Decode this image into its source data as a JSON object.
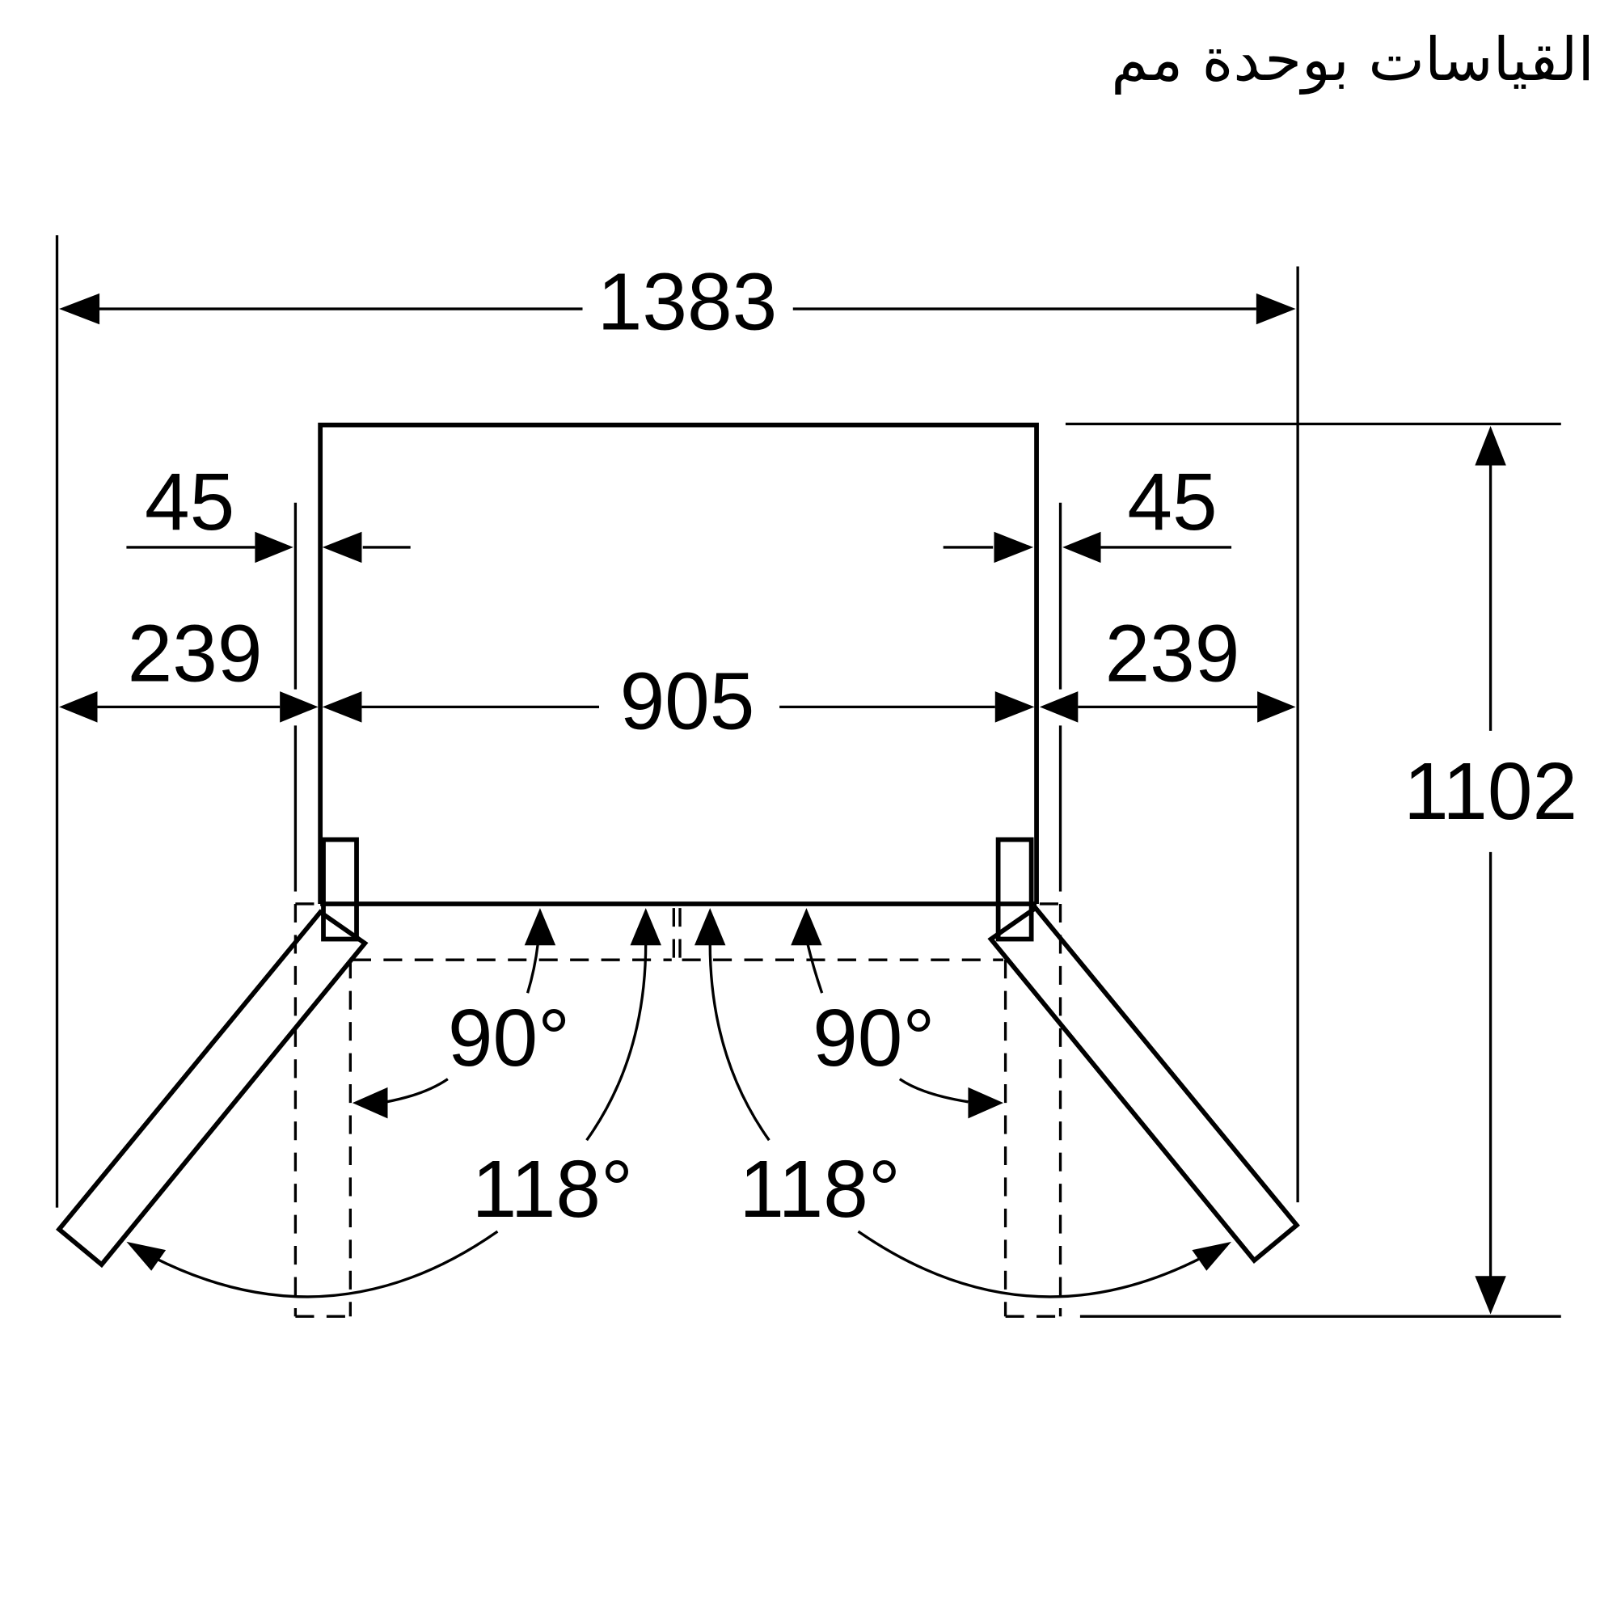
{
  "title": "القياسات بوحدة مم",
  "units": "mm",
  "dimensions": {
    "overall_width": "1383",
    "cabinet_width": "905",
    "left_side_clearance": "239",
    "right_side_clearance": "239",
    "left_hinge_offset": "45",
    "right_hinge_offset": "45",
    "depth_doors_open": "1102"
  },
  "angles": {
    "left_door_90": "90°",
    "right_door_90": "90°",
    "left_door_max": "118°",
    "right_door_max": "118°"
  },
  "colors": {
    "line": "#000000",
    "background": "#ffffff"
  }
}
